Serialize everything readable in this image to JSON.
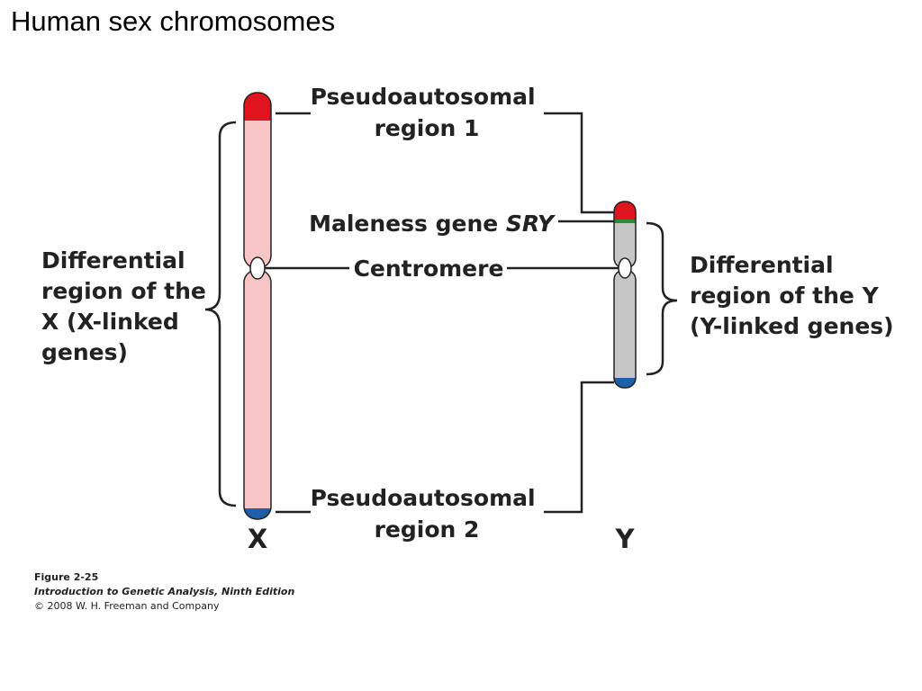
{
  "title": "Human sex chromosomes",
  "labels": {
    "par1_line1": "Pseudoautosomal",
    "par1_line2": "region 1",
    "sry_prefix": "Maleness gene ",
    "sry_gene": "SRY",
    "centromere": "Centromere",
    "par2_line1": "Pseudoautosomal",
    "par2_line2": "region 2",
    "x_diff": [
      "Differential",
      "region of the",
      "X (X-linked",
      "genes)"
    ],
    "y_diff": [
      "Differential",
      "region of the Y",
      "(Y-linked genes)"
    ],
    "x_name": "X",
    "y_name": "Y"
  },
  "caption": {
    "figure": "Figure 2-25",
    "book": "Introduction to Genetic Analysis, Ninth Edition",
    "copyright": "© 2008 W. H. Freeman and Company"
  },
  "colors": {
    "pseudoautosomal_1": "#e0141e",
    "pseudoautosomal_2": "#1f5fa8",
    "x_body": "#f8c5c6",
    "y_body": "#c6c6c6",
    "sry_band": "#2e8b3a",
    "lines": "#222222"
  }
}
